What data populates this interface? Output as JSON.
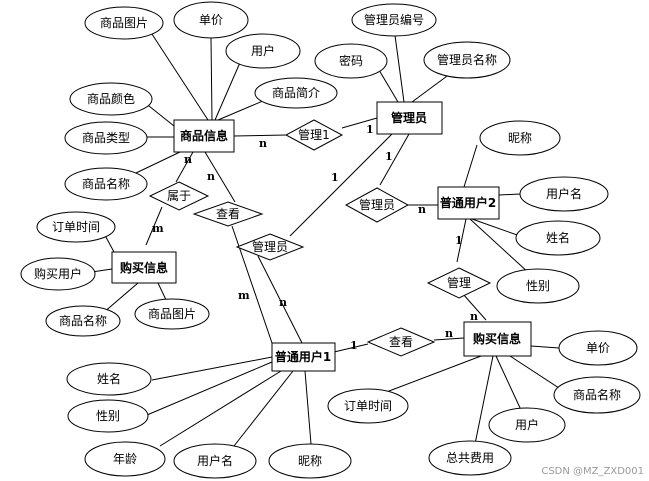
{
  "entities": {
    "goods": "商品信息",
    "admin": "管理员",
    "user2": "普通用户2",
    "purchase_left": "购买信息",
    "user1": "普通用户1",
    "purchase_right": "购买信息"
  },
  "relationships": {
    "manage1": "管理1",
    "belongs": "属于",
    "view_goods": "查看",
    "admin_rel": "管理员",
    "admin_user2": "管理员",
    "manage": "管理",
    "view_purchase": "查看"
  },
  "attributes": {
    "goods_image_top": "商品图片",
    "price_top": "单价",
    "user_top": "用户",
    "goods_intro": "商品简介",
    "goods_color": "商品颜色",
    "goods_type": "商品类型",
    "goods_name_left": "商品名称",
    "admin_id": "管理员编号",
    "password": "密码",
    "admin_name": "管理员名称",
    "nickname_u2": "昵称",
    "username_u2": "用户名",
    "name_u2": "姓名",
    "gender_u2": "性别",
    "order_time_left": "订单时间",
    "buyer": "购买用户",
    "goods_name_bl": "商品名称",
    "goods_image_bl": "商品图片",
    "name_u1": "姓名",
    "gender_u1": "性别",
    "age_u1": "年龄",
    "username_u1": "用户名",
    "nickname_u1": "昵称",
    "order_time_right": "订单时间",
    "user_right": "用户",
    "total_cost": "总共费用",
    "price_right": "单价",
    "goods_name_right": "商品名称"
  },
  "cardinalities": {
    "goods_manage1": "n",
    "admin_manage1": "1",
    "admin_adminrel": "1",
    "user1_adminrel": "n",
    "goods_belongs": "n",
    "purchase_belongs": "m",
    "goods_view": "n",
    "user1_view": "m",
    "admin_adminuser2": "1",
    "user2_adminuser2": "n",
    "user2_manage": "1",
    "purchase_manage": "n",
    "user1_viewpurchase": "1",
    "purchase_viewpurchase": "n"
  },
  "watermark": "CSDN @MZ_ZXD001"
}
